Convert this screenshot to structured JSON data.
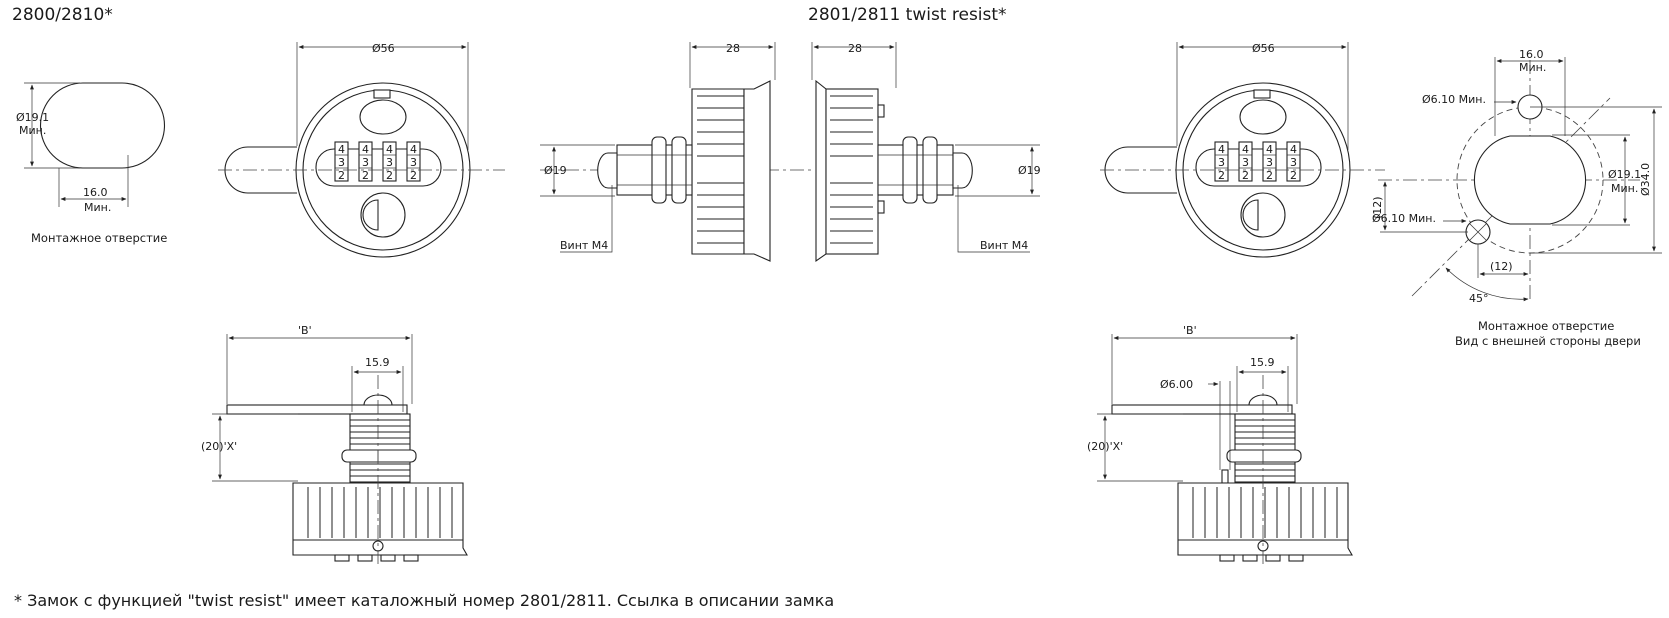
{
  "header": {
    "left_title": "2800/2810*",
    "center_title": "2801/2811 twist resist*"
  },
  "left_cutout": {
    "dia_label": "Ø19.1",
    "dia_sub": "Мин.",
    "width_label": "16.0",
    "width_sub": "Мин.",
    "caption": "Монтажное отверстие"
  },
  "front_view_left": {
    "dia_label": "Ø56",
    "wheels": [
      "4",
      "3",
      "2"
    ]
  },
  "side_view_left": {
    "width_label": "28",
    "dia_label": "Ø19",
    "screw_label": "Винт М4"
  },
  "side_view_right": {
    "width_label": "28",
    "dia_label": "Ø19",
    "screw_label": "Винт М4"
  },
  "front_view_right": {
    "dia_label": "Ø56",
    "wheels": [
      "4",
      "3",
      "2"
    ]
  },
  "right_cutout": {
    "width_label": "16.0",
    "width_sub": "Мин.",
    "hole_top_label": "Ø6.10 Мин.",
    "hole_bottom_label": "Ø6.10 Мин.",
    "dia_label": "Ø19.1",
    "dia_sub": "Мин.",
    "outer_dia_label": "Ø34.0",
    "offset_v_label": "(12)",
    "offset_h_label": "(12)",
    "angle_label": "45°",
    "caption_line1": "Монтажное отверстие",
    "caption_line2": "Вид с внешней стороны двери"
  },
  "bottom_left": {
    "b_label": "'B'",
    "width_label": "15.9",
    "x_label": "(20)'X'"
  },
  "bottom_right": {
    "b_label": "'B'",
    "width_label": "15.9",
    "dia_label": "Ø6.00",
    "x_label": "(20)'X'"
  },
  "footnote": "* Замок с функцией \"twist resist\" имеет каталожный номер 2801/2811. Ссылка в описании замка"
}
